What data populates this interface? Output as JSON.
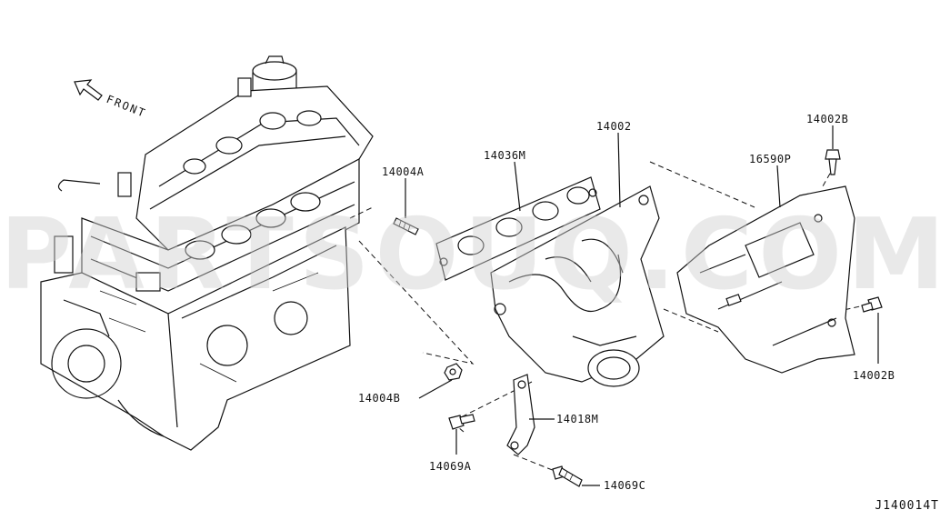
{
  "diagram": {
    "watermark": "PARTSOUQ.COM",
    "direction_label": "FRONT",
    "diagram_code": "J140014T",
    "parts": [
      {
        "id": "p1",
        "label": "14004A"
      },
      {
        "id": "p2",
        "label": "14036M"
      },
      {
        "id": "p3",
        "label": "14002"
      },
      {
        "id": "p4",
        "label": "16590P"
      },
      {
        "id": "p5",
        "label": "14002B"
      },
      {
        "id": "p6",
        "label": "14002B"
      },
      {
        "id": "p7",
        "label": "14004B"
      },
      {
        "id": "p8",
        "label": "14018M"
      },
      {
        "id": "p9",
        "label": "14069A"
      },
      {
        "id": "p10",
        "label": "14069C"
      }
    ]
  }
}
